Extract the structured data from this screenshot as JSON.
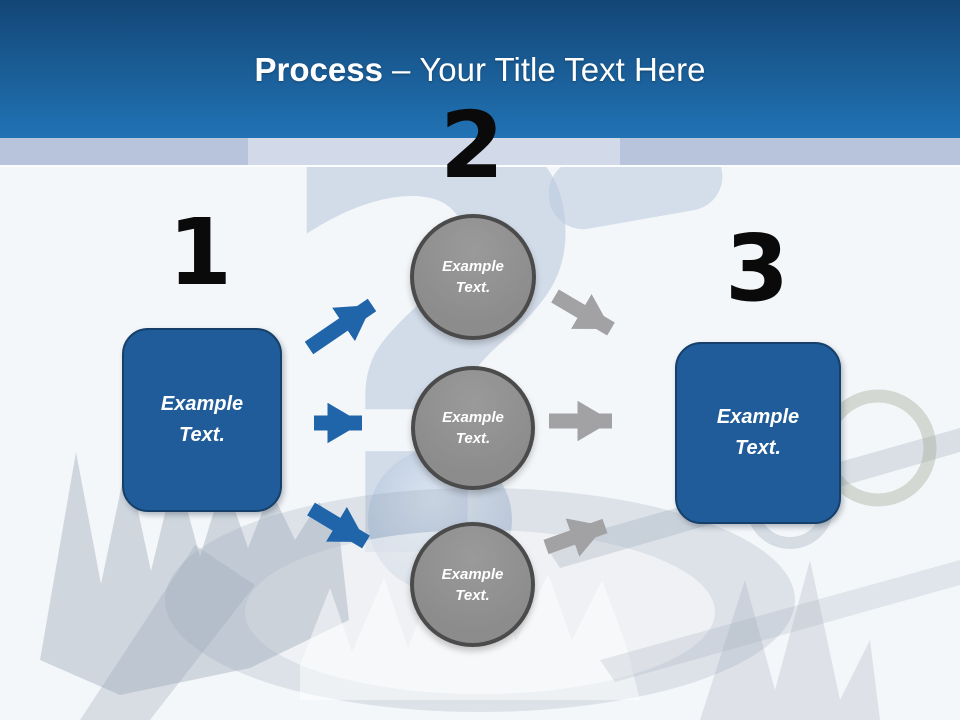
{
  "slide": {
    "title": {
      "lead": "Process",
      "dash": "–",
      "rest": "Your Title Text Here"
    }
  },
  "steps": {
    "one": {
      "number": "1",
      "label": "Example Text."
    },
    "two": {
      "number": "2"
    },
    "three": {
      "number": "3",
      "label": "Example Text."
    }
  },
  "circles": [
    {
      "label": "Example Text."
    },
    {
      "label": "Example Text."
    },
    {
      "label": "Example Text."
    }
  ],
  "colors": {
    "page_bg": "#F4F7FA",
    "header_top": "#134676",
    "header_bottom": "#2173B5",
    "band": "#B7C4DC",
    "accent_blue": "#1F5C99",
    "accent_blue_dark": "#163F69",
    "arrow_blue": "#2065AA",
    "arrow_gray": "#A2A2A4",
    "circle_gray": "#8C8C8C",
    "circle_border": "#4B4B4B",
    "number_color": "#0A0A0A"
  }
}
